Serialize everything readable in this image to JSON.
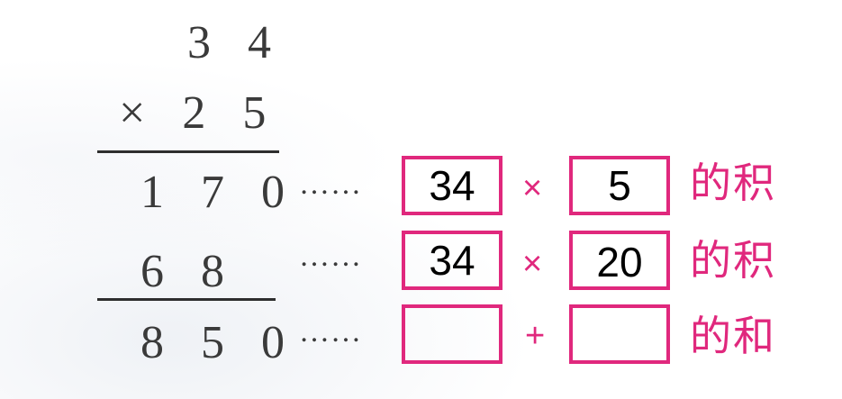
{
  "colors": {
    "accent": "#e0287d",
    "ink": "#3a3a3a"
  },
  "problem": {
    "multiplicand": "3 4",
    "multiplier": "× 2 5",
    "partial1": "1 7 0",
    "partial2": "6 8",
    "total": "8 5 0"
  },
  "dots": "……",
  "rows": [
    {
      "left": "34",
      "op": "×",
      "right": "5",
      "label": "的积"
    },
    {
      "left": "34",
      "op": "×",
      "right": "20",
      "label": "的积"
    },
    {
      "left": "",
      "op": "+",
      "right": "",
      "label": "的和"
    }
  ]
}
